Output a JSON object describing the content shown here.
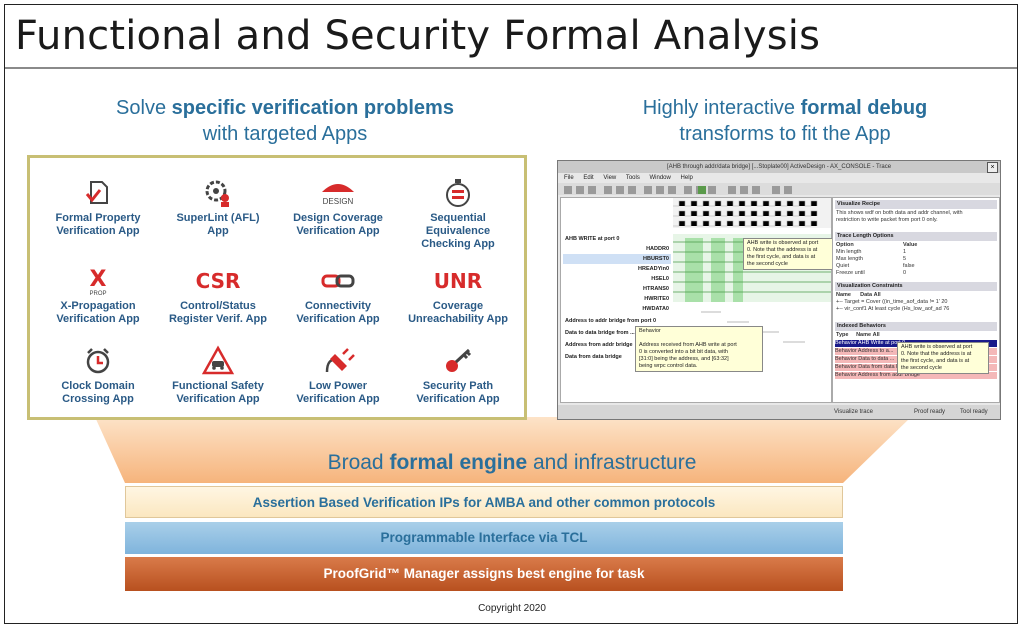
{
  "title": "Functional and Security Formal Analysis",
  "left_heading": {
    "pre": "Solve ",
    "bold": "specific verification problems",
    "line2": "with targeted Apps"
  },
  "right_heading": {
    "pre": "Highly interactive ",
    "bold": "formal debug",
    "line2": "transforms to fit the App"
  },
  "apps": [
    {
      "icon": "document-check-icon",
      "line1": "Formal Property",
      "line2": "Verification App"
    },
    {
      "icon": "gear-person-icon",
      "line1": "SuperLint (AFL)",
      "line2": "App"
    },
    {
      "icon": "design-umbrella-icon",
      "icon_text": "DESIGN",
      "line1": "Design Coverage",
      "line2": "Verification App"
    },
    {
      "icon": "equivalence-icon",
      "line1": "Sequential Equivalence",
      "line2": "Checking App"
    },
    {
      "icon": "x-prop-icon",
      "icon_text": "X",
      "icon_sub": "PROP",
      "line1": "X-Propagation",
      "line2": "Verification App"
    },
    {
      "icon": "csr-icon",
      "icon_text": "CSR",
      "line1": "Control/Status",
      "line2": "Register Verif. App"
    },
    {
      "icon": "chain-link-icon",
      "line1": "Connectivity",
      "line2": "Verification App"
    },
    {
      "icon": "unr-icon",
      "icon_text": "UNR",
      "line1": "Coverage",
      "line2": "Unreachability App"
    },
    {
      "icon": "alarm-clock-icon",
      "line1": "Clock Domain",
      "line2": "Crossing App"
    },
    {
      "icon": "warning-car-icon",
      "line1": "Functional Safety",
      "line2": "Verification App"
    },
    {
      "icon": "power-plug-icon",
      "line1": "Low Power",
      "line2": "Verification App"
    },
    {
      "icon": "key-icon",
      "line1": "Security Path",
      "line2": "Verification App"
    }
  ],
  "screenshot": {
    "window_title": "[AHB through addr/data bridge] [...Stoplate00] ActiveDesign - AX_CONSOLE - Trace",
    "menu": [
      "File",
      "Edit",
      "View",
      "Tools",
      "Window",
      "Help"
    ],
    "group1": "AHB WRITE at port 0",
    "signals": [
      "HADDR0",
      "HBURST0",
      "HREADYin0",
      "HSEL0",
      "HTRANS0",
      "HWRITE0",
      "HWDATA0"
    ],
    "groups": [
      "Address to addr bridge from port 0",
      "Data to data bridge from ...",
      "Address from addr bridge",
      "Data from data bridge"
    ],
    "tooltip1": [
      "AHB write is observed at port",
      "0. Note that the address is at",
      "the first cycle, and data is at",
      "the second cycle"
    ],
    "tooltip2": [
      "Behavior",
      "",
      "Address received from AHB write at port",
      "0 is converted into a bit bit data, with",
      "[31:0] being the address, and [63:32]",
      "being wrpc control data."
    ],
    "panel1": {
      "title": "Visualize Recipe",
      "text": [
        "This shows wdf on both data and addr channel, with",
        "restriction to write packet from port 0 only."
      ]
    },
    "panel2": {
      "title": "Trace Length Options",
      "cols": [
        "Option",
        "Value"
      ],
      "rows": [
        [
          "Min length",
          "1"
        ],
        [
          "Max length",
          "5"
        ],
        [
          "Quiet",
          "false"
        ],
        [
          "Freeze until",
          "0"
        ]
      ]
    },
    "panel3": {
      "title": "Visualization Constraints",
      "cols": [
        "Name",
        "Data",
        "All"
      ],
      "rows": [
        [
          "+-- Target =",
          "Cover ((in_time_aof_data != 1'",
          "20"
        ],
        [
          "+-- vir_conf1",
          "At least cycle (Hs_low_aof_ad",
          "76"
        ]
      ]
    },
    "panel4": {
      "title": "Indexed Behaviors",
      "cols": [
        "Type",
        "Name",
        "All"
      ],
      "rows": [
        "Behavior  AHB Write at port 0",
        "Behavior  Address to a...",
        "Behavior  Data to data ...",
        "Behavior  Data from data bridge",
        "Behavior  Address from addr bridge"
      ]
    },
    "tooltip3": [
      "AHB write is observed at port",
      "0. Note that the address is at",
      "the first cycle, and data is at",
      "the second cycle"
    ],
    "status": [
      "Visualize trace",
      "Proof ready",
      "Tool ready"
    ]
  },
  "engine_heading": {
    "pre": "Broad ",
    "bold": "formal engine",
    "post": " and infrastructure"
  },
  "layers": [
    "Assertion Based Verification IPs for AMBA and other common protocols",
    "Programmable Interface via TCL",
    "ProofGrid™ Manager assigns best engine for task"
  ],
  "copyright": "Copyright 2020",
  "colors": {
    "heading_blue": "#2a6f9b",
    "app_label": "#2a5a86",
    "icon_red": "#d72b2b",
    "apps_border": "#c8bf74",
    "funnel": "#f8c9a0",
    "layer_orange": "#c4602c"
  }
}
